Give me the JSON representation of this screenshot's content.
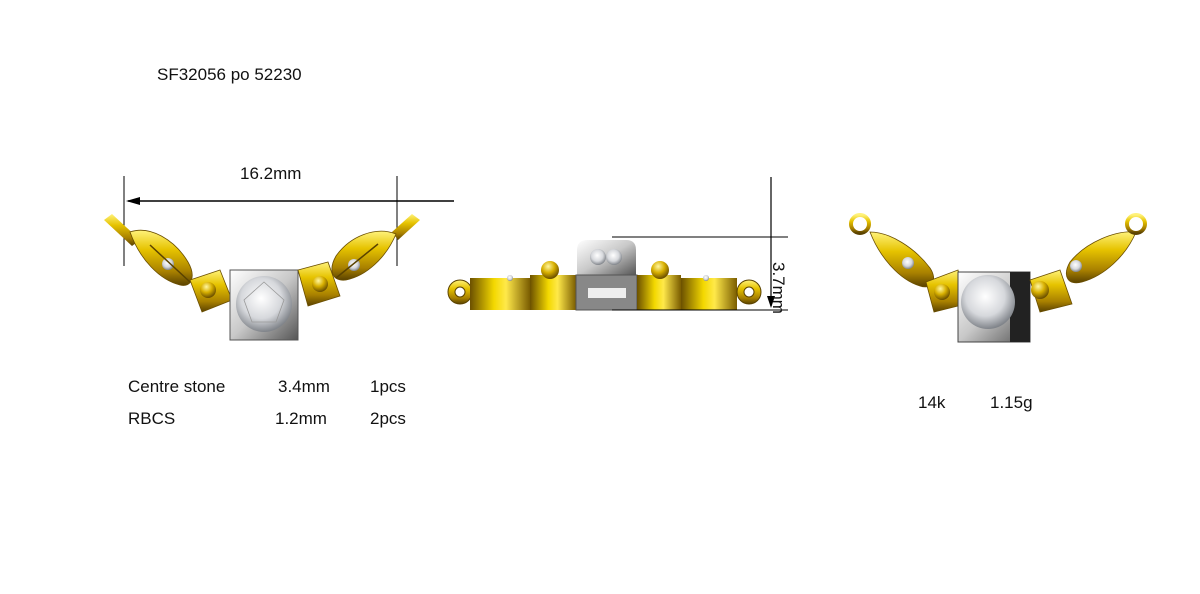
{
  "title": "SF32056 po 52230",
  "dimensions": {
    "width": "16.2mm",
    "height": "3.7mm"
  },
  "stones": [
    {
      "name": "Centre stone",
      "size": "3.4mm",
      "qty": "1pcs"
    },
    {
      "name": "RBCS",
      "size": "1.2mm",
      "qty": "2pcs"
    }
  ],
  "metal": {
    "karat": "14k",
    "weight": "1.15g"
  },
  "colors": {
    "gold": "#d9b400",
    "gold_dark": "#7a5c00",
    "white_metal": "#d8d8d8",
    "line": "#000000"
  }
}
